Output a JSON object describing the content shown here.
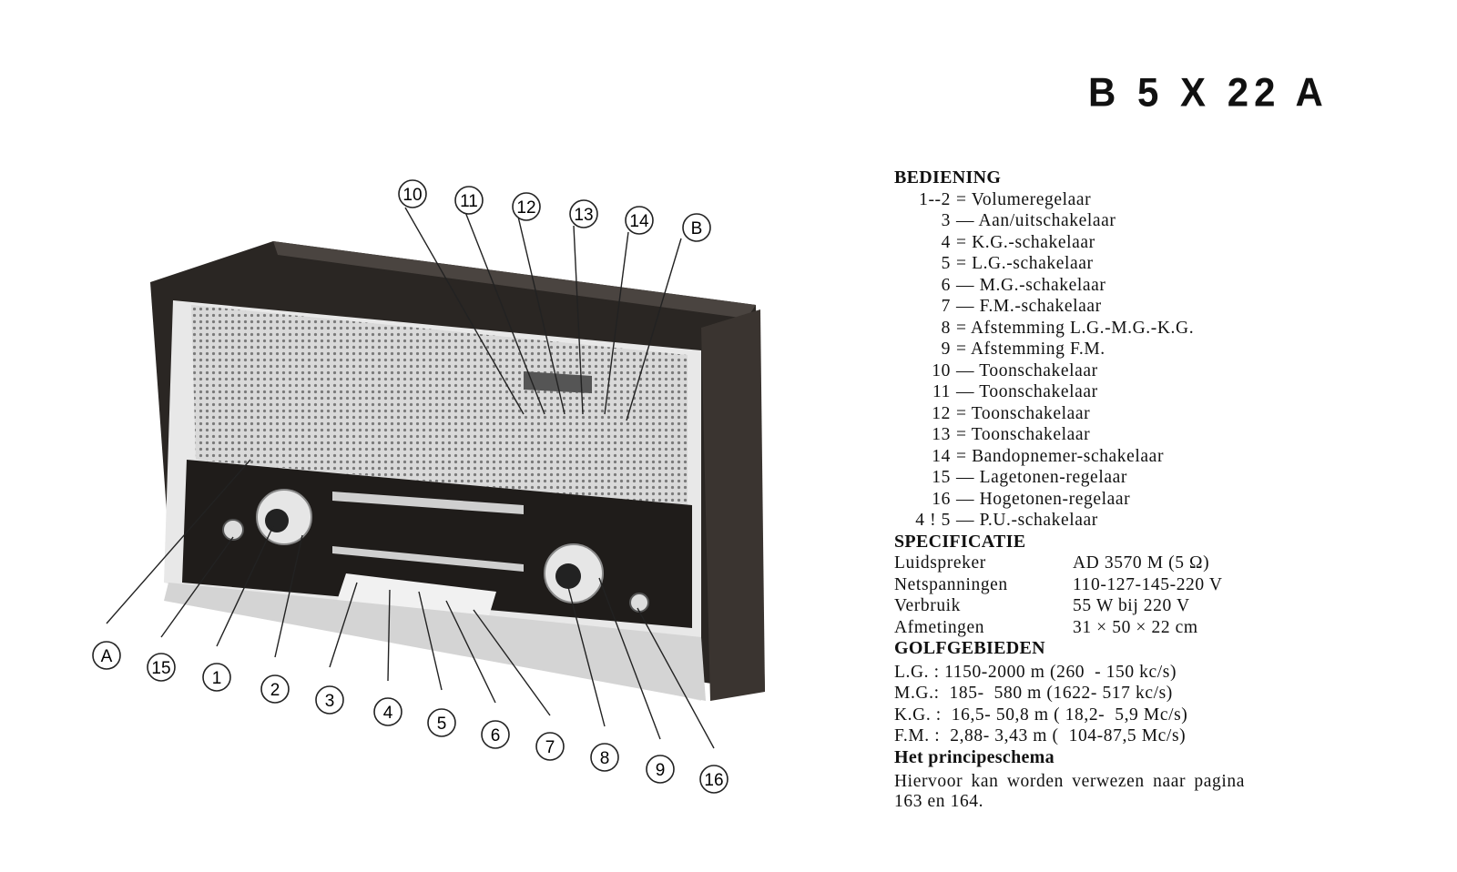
{
  "title": "B 5 X 22 A",
  "callouts": [
    "10",
    "11",
    "12",
    "13",
    "14",
    "B",
    "A",
    "15",
    "1",
    "2",
    "3",
    "4",
    "5",
    "6",
    "7",
    "8",
    "9",
    "16"
  ],
  "bediening": {
    "heading": "BEDIENING",
    "items": [
      {
        "num": "1--2",
        "text": "= Volumeregelaar"
      },
      {
        "num": "3",
        "text": "— Aan/uitschakelaar"
      },
      {
        "num": "4",
        "text": "= K.G.-schakelaar"
      },
      {
        "num": "5",
        "text": "= L.G.-schakelaar"
      },
      {
        "num": "6",
        "text": "— M.G.-schakelaar"
      },
      {
        "num": "7",
        "text": "— F.M.-schakelaar"
      },
      {
        "num": "8",
        "text": "= Afstemming L.G.-M.G.-K.G."
      },
      {
        "num": "9",
        "text": "= Afstemming F.M."
      },
      {
        "num": "10",
        "text": "— Toonschakelaar"
      },
      {
        "num": "11",
        "text": "— Toonschakelaar"
      },
      {
        "num": "12",
        "text": "= Toonschakelaar"
      },
      {
        "num": "13",
        "text": "= Toonschakelaar"
      },
      {
        "num": "14",
        "text": "= Bandopnemer-schakelaar"
      },
      {
        "num": "15",
        "text": "— Lagetonen-regelaar"
      },
      {
        "num": "16",
        "text": "— Hogetonen-regelaar"
      },
      {
        "num": "4 ! 5",
        "text": "— P.U.-schakelaar"
      }
    ]
  },
  "specificatie": {
    "heading": "SPECIFICATIE",
    "rows": [
      {
        "label": "Luidspreker",
        "value": "AD 3570 M (5 Ω)"
      },
      {
        "label": "Netspanningen",
        "value": "110-127-145-220 V"
      },
      {
        "label": "Verbruik",
        "value": "55 W bij 220 V"
      },
      {
        "label": "Afmetingen",
        "value": "31 × 50 × 22 cm"
      }
    ]
  },
  "golfgebieden": {
    "heading": "GOLFGEBIEDEN",
    "rows": [
      "L.G. : 1150-2000 m (260  - 150 kc/s)",
      "M.G.:  185-  580 m (1622- 517 kc/s)",
      "K.G. :  16,5- 50,8 m ( 18,2-  5,9 Mc/s)",
      "F.M. :  2,88- 3,43 m (  104-87,5 Mc/s)"
    ]
  },
  "principeschema": {
    "heading": "Het principeschema",
    "text": "Hiervoor kan worden verwezen naar pagina 163 en 164."
  }
}
